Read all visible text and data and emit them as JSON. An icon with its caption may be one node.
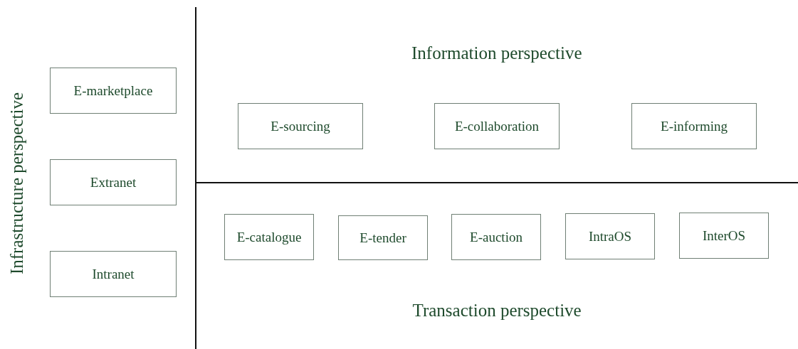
{
  "diagram": {
    "nodes": [
      {
        "text": [
          "E-marketplace"
        ]
      },
      {
        "text": [
          "Extranet"
        ]
      },
      {
        "text": [
          "Intranet"
        ]
      },
      {
        "text": [
          "E-sourcing"
        ]
      },
      {
        "text": [
          "E-collaboration"
        ]
      },
      {
        "text": [
          "E-informing"
        ]
      },
      {
        "text": [
          "E-catalogue"
        ]
      },
      {
        "text": [
          "E-tender"
        ]
      },
      {
        "text": [
          "E-auction"
        ]
      },
      {
        "text": [
          "IntraOS"
        ]
      },
      {
        "text": [
          "InterOS"
        ]
      }
    ],
    "labels": [
      "Infrastructure perspective",
      "Information perspective",
      "Transaction perspective"
    ]
  }
}
